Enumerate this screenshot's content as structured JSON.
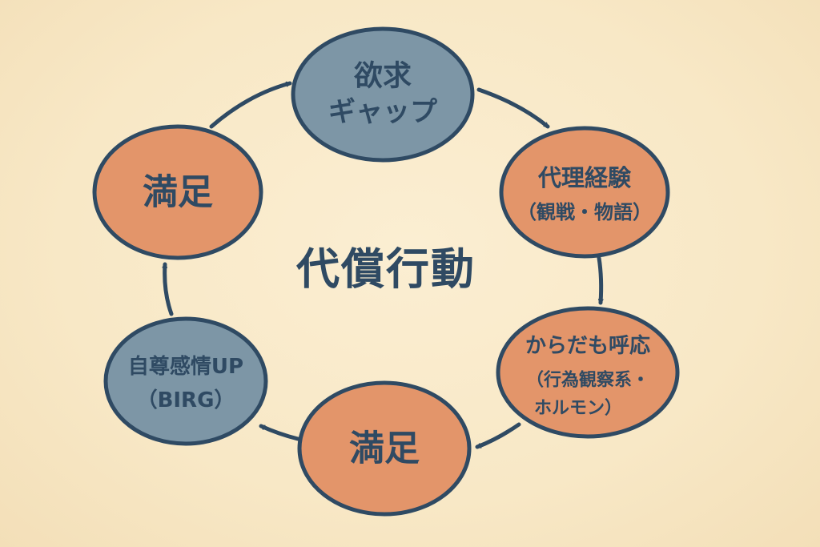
{
  "diagram": {
    "center_label": "代償行動",
    "colors": {
      "background": "#f8e8c6",
      "blue_node": "#7d96a6",
      "orange_node": "#e3956a",
      "stroke": "#2f4a63",
      "text": "#2f4a63"
    },
    "nodes": [
      {
        "id": "desire-gap",
        "lines": [
          "欲求",
          "ギャップ"
        ],
        "color": "blue"
      },
      {
        "id": "vicarious-experience",
        "lines": [
          "代理経験",
          "（観戦・物語）"
        ],
        "color": "orange"
      },
      {
        "id": "body-response",
        "lines": [
          "からだも呼応",
          "（行為観察系・",
          "ホルモン）"
        ],
        "color": "orange"
      },
      {
        "id": "satisfaction-bottom",
        "lines": [
          "満足"
        ],
        "color": "orange"
      },
      {
        "id": "self-esteem-up",
        "lines": [
          "自尊感情UP",
          "（BIRG）"
        ],
        "color": "blue"
      },
      {
        "id": "satisfaction-left",
        "lines": [
          "満足"
        ],
        "color": "orange"
      }
    ],
    "edges": [
      {
        "from": "desire-gap",
        "to": "vicarious-experience"
      },
      {
        "from": "vicarious-experience",
        "to": "body-response"
      },
      {
        "from": "body-response",
        "to": "satisfaction-bottom"
      },
      {
        "from": "satisfaction-bottom",
        "to": "self-esteem-up"
      },
      {
        "from": "self-esteem-up",
        "to": "satisfaction-left"
      },
      {
        "from": "satisfaction-left",
        "to": "desire-gap"
      }
    ]
  }
}
